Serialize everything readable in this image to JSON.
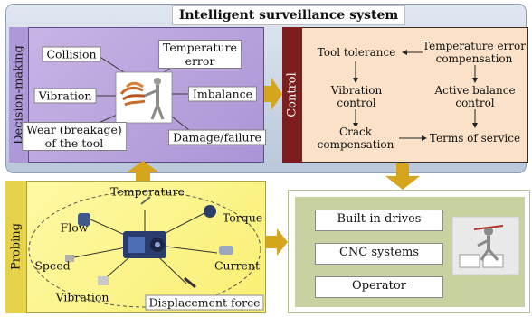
{
  "title": "Intelligent surveillance system",
  "decision": {
    "label": "Decision-making",
    "items": {
      "collision": "Collision",
      "temperature_error": "Temperature\nerror",
      "vibration": "Vibration",
      "imbalance": "Imbalance",
      "wear": "Wear (breakage)\nof the tool",
      "damage": "Damage/failure"
    }
  },
  "control": {
    "label": "Control",
    "items": {
      "tool_tolerance": "Tool tolerance",
      "temperature_error_compensation": "Temperature error\ncompensation",
      "vibration_control": "Vibration\ncontrol",
      "active_balance_control": "Active balance\ncontrol",
      "crack_compensation": "Crack\ncompensation",
      "terms_of_service": "Terms of service"
    }
  },
  "probing": {
    "label": "Probing",
    "sensors": {
      "temperature": "Temperature",
      "flow": "Flow",
      "torque": "Torque",
      "speed": "Speed",
      "current": "Current",
      "vibration": "Vibration",
      "displacement_force": "Displacement force"
    }
  },
  "execution": {
    "items": [
      "Built-in drives",
      "CNC systems",
      "Operator"
    ]
  },
  "colors": {
    "arrow": "#d6a51e",
    "decision_panel": "#b9a3de",
    "control_side": "#7c1e1e",
    "probing_panel": "#fbf07f",
    "execution_panel": "#c8d2a0"
  }
}
